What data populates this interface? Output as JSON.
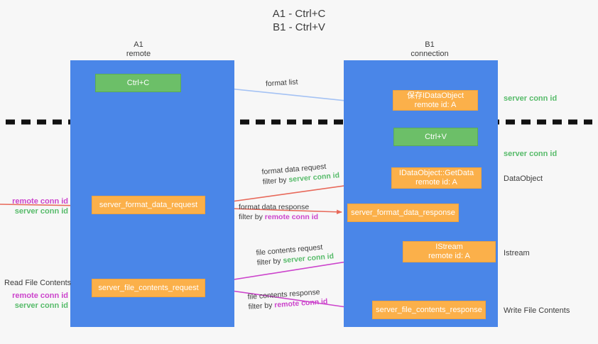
{
  "title": {
    "line1": "A1 - Ctrl+C",
    "line2": "B1 - Ctrl+V"
  },
  "lanes": [
    {
      "id": "a1",
      "name": "A1",
      "role": "remote"
    },
    {
      "id": "b1",
      "name": "B1",
      "role": "connection"
    }
  ],
  "nodes": {
    "ctrl_c": {
      "label": "Ctrl+C"
    },
    "idataobject": {
      "line1": "保存IDataObject",
      "line2": "remote id: A"
    },
    "ctrl_v": {
      "label": "Ctrl+V"
    },
    "getdata": {
      "line1": "IDataObject::GetData",
      "line2": "remote id: A"
    },
    "istream": {
      "line1": "IStream",
      "line2": "remote id: A"
    },
    "server_format_data_request": {
      "label": "server_format_data_request"
    },
    "server_format_data_response": {
      "label": "server_format_data_response"
    },
    "server_file_contents_request": {
      "label": "server_file_contents_request"
    },
    "server_file_contents_response": {
      "label": "server_file_contents_response"
    }
  },
  "edges": [
    {
      "id": "format-list",
      "line1": "format list"
    },
    {
      "id": "format-data-request",
      "line1": "format data request",
      "filter_prefix": "filter by ",
      "filter_value": "server conn id"
    },
    {
      "id": "format-data-response",
      "line1": "format data response",
      "filter_prefix": "filter by ",
      "filter_value": "remote conn id"
    },
    {
      "id": "file-contents-request",
      "line1": "file contents request",
      "filter_prefix": "filter by ",
      "filter_value": "server conn id"
    },
    {
      "id": "file-contents-response",
      "line1": "file contents response",
      "filter_prefix": "filter by ",
      "filter_value": "remote conn id"
    }
  ],
  "side_labels": {
    "server_conn_id_top": "server conn id",
    "server_conn_id_mid": "server conn id",
    "dataobject": "DataObject",
    "istream": "Istream",
    "write_file_contents": "Write File Contents"
  },
  "left_labels": {
    "remote_conn_id_1": "remote conn id",
    "server_conn_id_1": "server conn id",
    "read_file_contents": "Read File Contents",
    "remote_conn_id_2": "remote conn id",
    "server_conn_id_2": "server conn id"
  },
  "colors": {
    "lane_blue": "#4a86e8",
    "node_green": "#6cbf68",
    "node_orange": "#fbb04a",
    "server_conn_id": "#57bb6a",
    "remote_conn_id": "#cc44cc",
    "arrow_format_list": "#a4c2f4",
    "arrow_format_data": "#e8695a",
    "arrow_file_contents": "#cc44cc",
    "arrow_internal": "#000000",
    "divider": "#111111",
    "background": "#f7f7f7"
  }
}
